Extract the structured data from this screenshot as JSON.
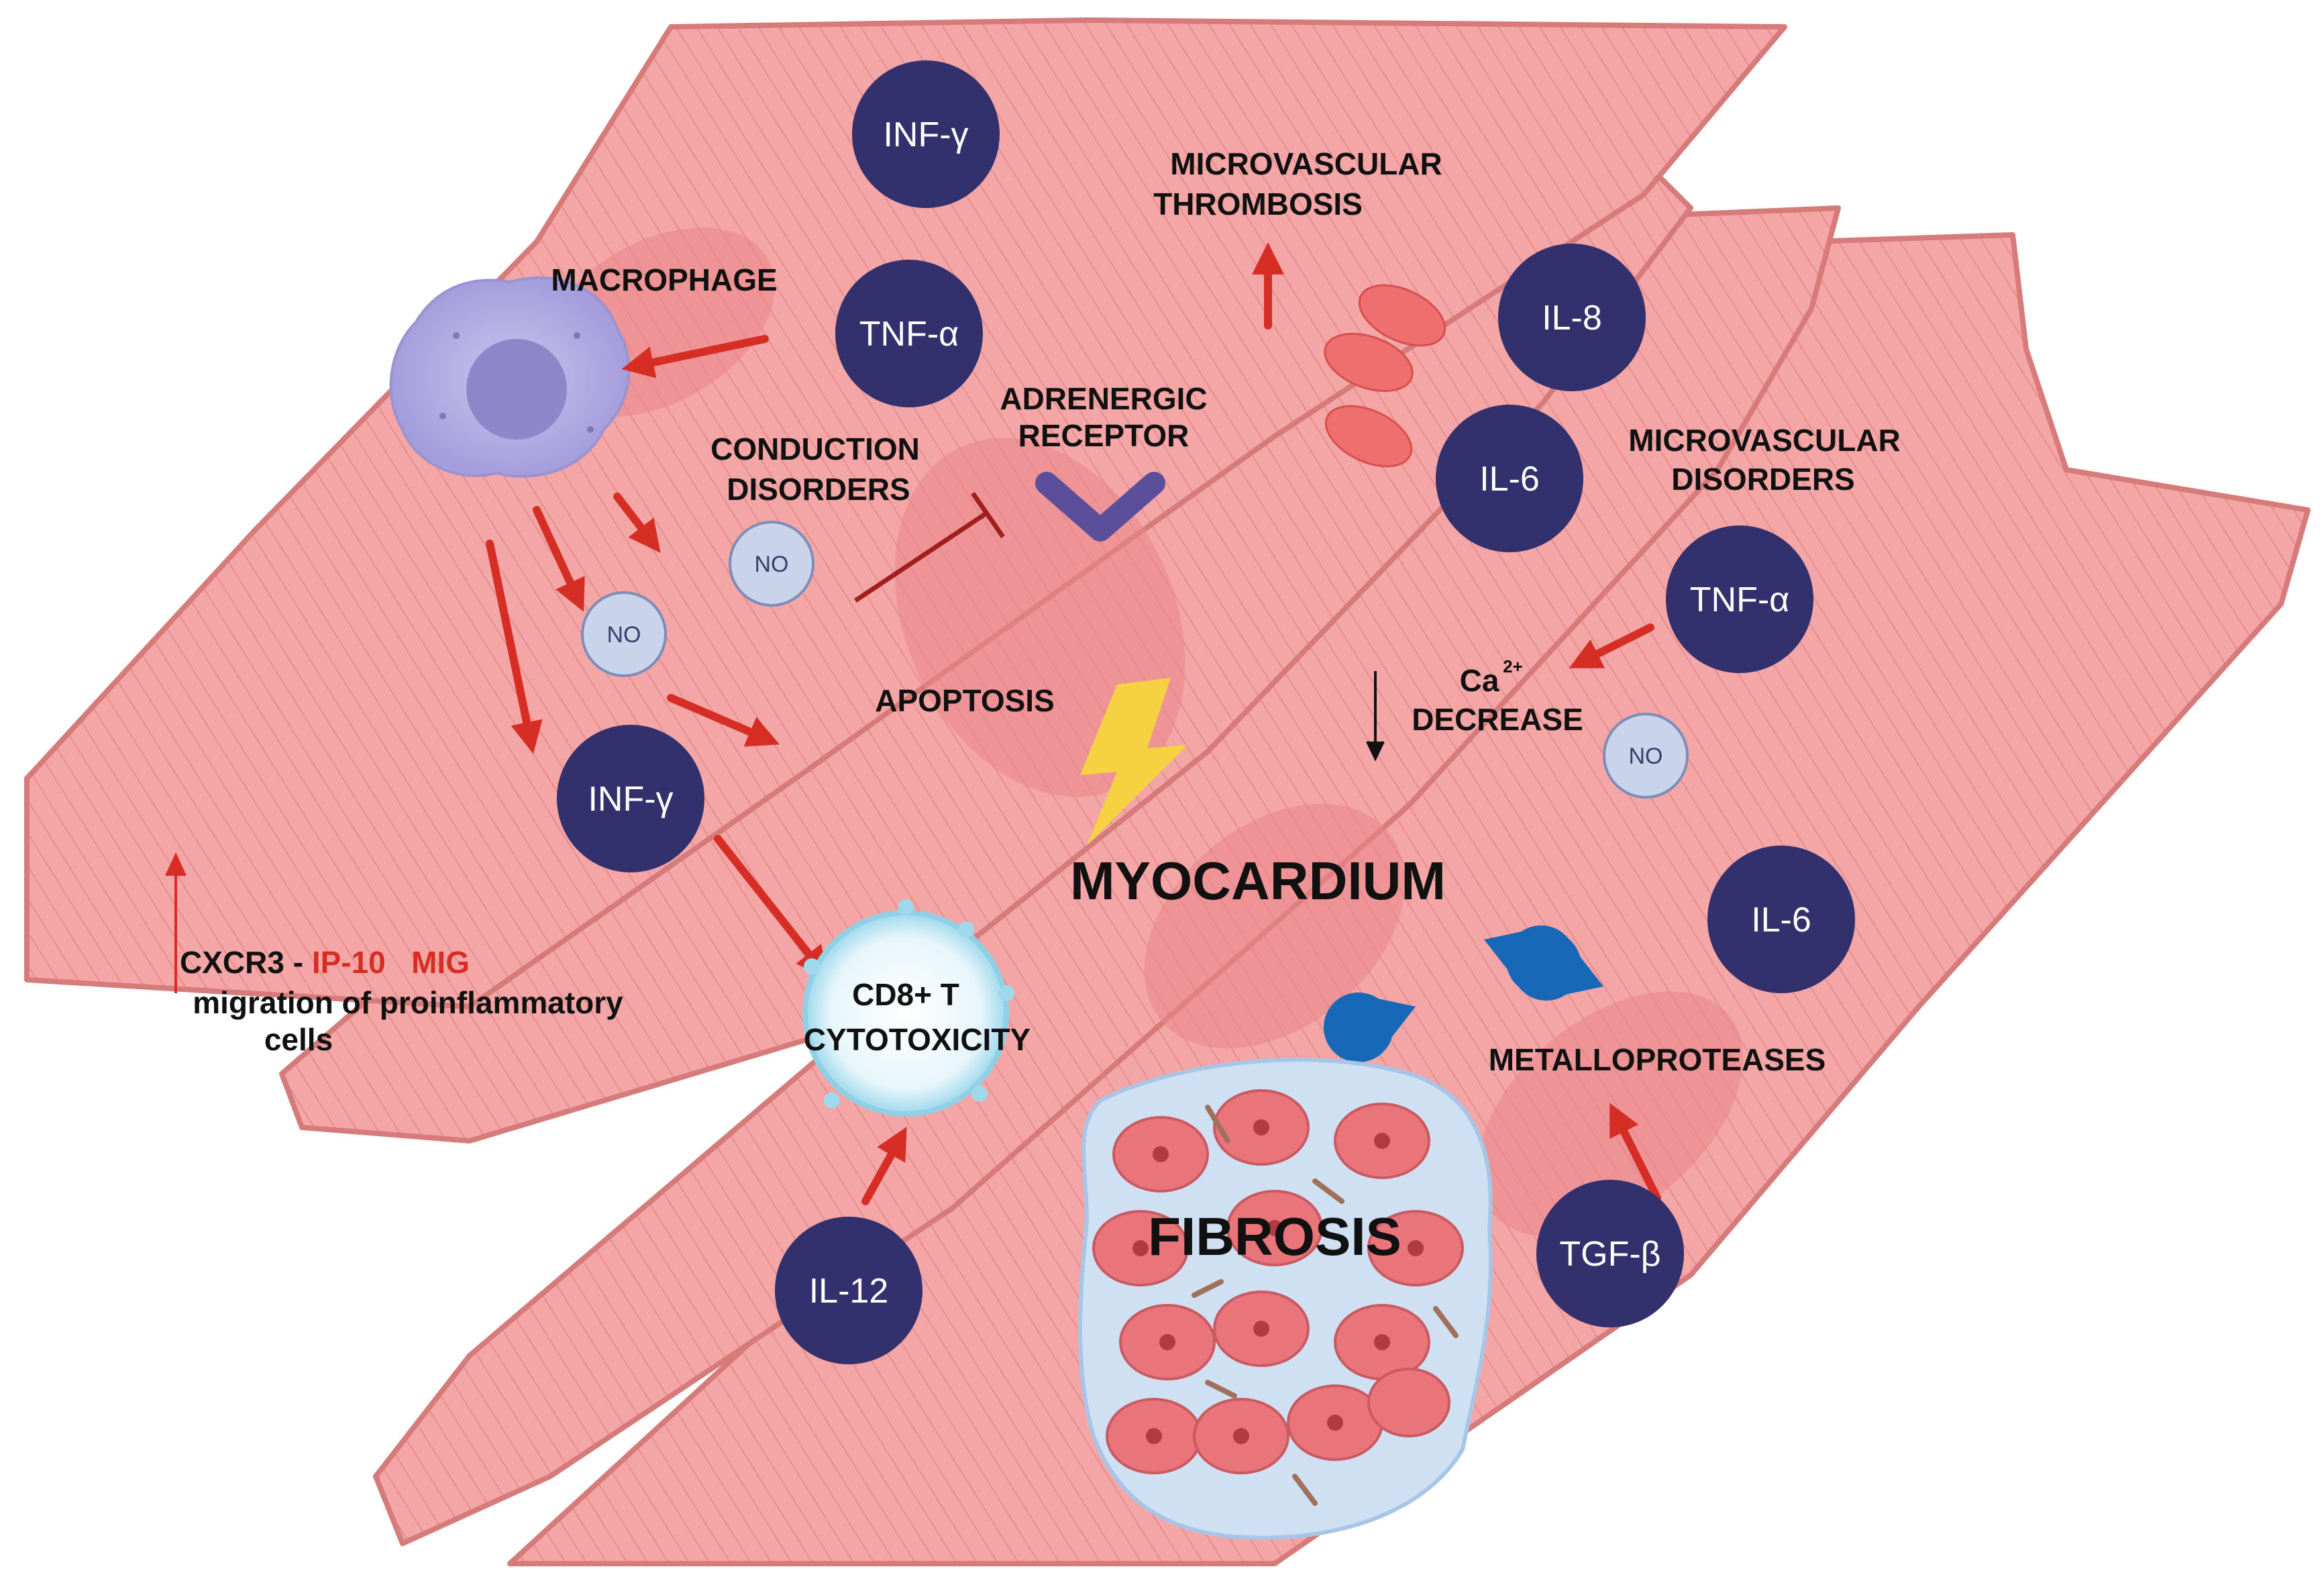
{
  "colors": {
    "cell_fill": "#f4a6a6",
    "cell_stroke": "#d67a7a",
    "cytokine": "#33306e",
    "arrow": "#d62d24",
    "nitric_oxide": "#c9d4ea",
    "fibrosis_bg": "#cfe0f2",
    "metalloprotease": "#1769b8",
    "rbc": "#ef6e6e",
    "bolt": "#f6d243"
  },
  "cytokines": {
    "infg_top": "INF-γ",
    "tnfa_top": "TNF-α",
    "il8": "IL-8",
    "il6_top": "IL-6",
    "tnfa_right": "TNF-α",
    "infg_mid": "INF-γ",
    "il6_right": "IL-6",
    "il12": "IL-12",
    "tgfb": "TGF-β"
  },
  "no_label": "NO",
  "labels": {
    "macrophage": "MACROPHAGE",
    "microvascular_thrombosis": [
      "MICROVASCULAR",
      "THROMBOSIS"
    ],
    "adrenergic_receptor": [
      "ADRENERGIC",
      "RECEPTOR"
    ],
    "conduction_disorders": [
      "CONDUCTION",
      "DISORDERS"
    ],
    "microvascular_disorders": [
      "MICROVASCULAR",
      "DISORDERS"
    ],
    "apoptosis": "APOPTOSIS",
    "calcium": "Ca",
    "calcium_charge": "2+",
    "decrease": "DECREASE",
    "myocardium": "MYOCARDIUM",
    "cd8": [
      "CD8+ T",
      "CYTOTOXICITY"
    ],
    "metalloproteases": "METALLOPROTEASES",
    "fibrosis": "FIBROSIS",
    "cxcr3_prefix": "CXCR3 - ",
    "ip10": "IP-10",
    "mig": "MIG",
    "migration": "migration of proinflammatory",
    "cells": "cells"
  },
  "icons": [
    "macrophage-icon",
    "cd8-t-cell-icon",
    "red-blood-cell-icon",
    "lightning-bolt-icon",
    "metalloprotease-icon",
    "fibrosis-tissue-icon",
    "adrenergic-receptor-icon",
    "inhibition-icon",
    "arrow-icon"
  ]
}
